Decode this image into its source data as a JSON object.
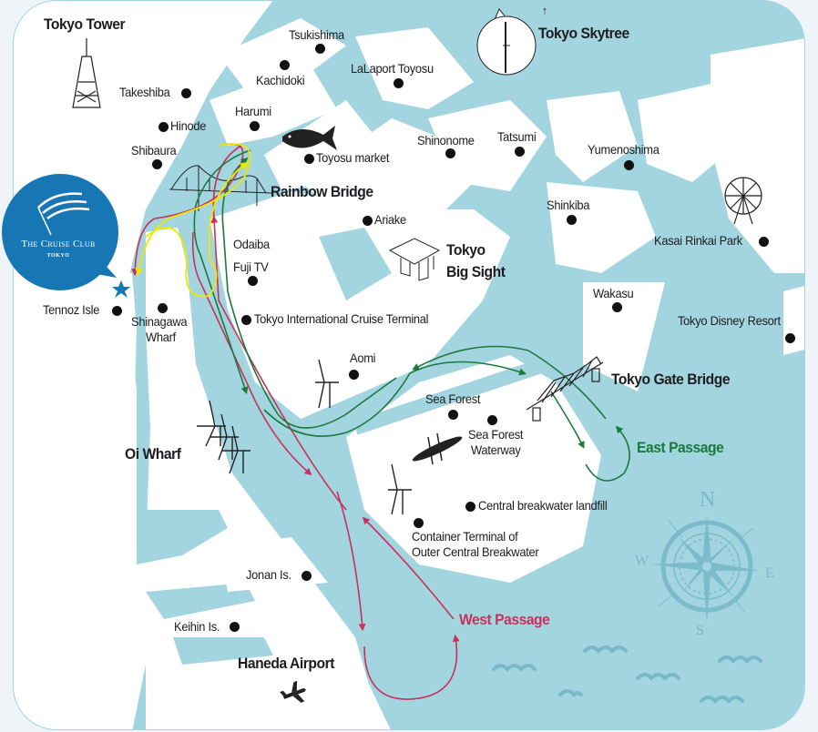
{
  "colors": {
    "water": "#a3d5e0",
    "land": "#ffffff",
    "background": "#eef4f8",
    "west_route": "#c8325a",
    "east_route": "#1a7a3a",
    "bay_route": "#f0e800",
    "logo_blue": "#1777b5",
    "compass": "#78b9c9"
  },
  "logo": {
    "name": "The Cruise Club",
    "sub": "TOKYO"
  },
  "landmarks": {
    "tokyo_tower": "Tokyo Tower",
    "tokyo_skytree": "Tokyo Skytree",
    "skytree_arrow": "↑",
    "rainbow_bridge": "Rainbow Bridge",
    "tokyo_big_sight_1": "Tokyo",
    "tokyo_big_sight_2": "Big Sight",
    "tokyo_gate_bridge": "Tokyo Gate Bridge",
    "oi_wharf": "Oi Wharf",
    "haneda_airport": "Haneda Airport"
  },
  "places": {
    "tsukishima": "Tsukishima",
    "kachidoki": "Kachidoki",
    "lalaport_toyosu": "LaLaport Toyosu",
    "takeshiba": "Takeshiba",
    "hinode": "Hinode",
    "harumi": "Harumi",
    "shibaura": "Shibaura",
    "toyosu_market": "Toyosu market",
    "shinonome": "Shinonome",
    "tatsumi": "Tatsumi",
    "yumenoshima": "Yumenoshima",
    "shinkiba": "Shinkiba",
    "kasai_rinkai_park": "Kasai Rinkai Park",
    "ariake": "Ariake",
    "odaiba": "Odaiba",
    "fuji_tv": "Fuji TV",
    "tennoz_isle": "Tennoz Isle",
    "shinagawa_wharf_1": "Shinagawa",
    "shinagawa_wharf_2": "Wharf",
    "cruise_terminal": "Tokyo International Cruise Terminal",
    "wakasu": "Wakasu",
    "tokyo_disney_resort": "Tokyo Disney Resort",
    "aomi": "Aomi",
    "sea_forest": "Sea Forest",
    "sea_forest_waterway_1": "Sea Forest",
    "sea_forest_waterway_2": "Waterway",
    "central_breakwater_landfill": "Central breakwater landfill",
    "container_terminal_1": "Container Terminal of",
    "container_terminal_2": "Outer Central Breakwater",
    "jonan_is": "Jonan Is.",
    "keihin_is": "Keihin Is."
  },
  "routes": {
    "east_passage": "East Passage",
    "west_passage": "West Passage"
  },
  "compass": {
    "n": "N",
    "s": "S",
    "e": "E",
    "w": "W"
  },
  "icons": [
    "tokyo-tower-icon",
    "skytree-icon",
    "tuna-icon",
    "rainbow-bridge-icon",
    "ferris-wheel-icon",
    "big-sight-icon",
    "crane-icon",
    "gate-bridge-icon",
    "rowing-boat-icon",
    "airplane-icon",
    "compass-rose-icon",
    "wave-icon",
    "star-icon",
    "cruise-club-flag-icon"
  ]
}
